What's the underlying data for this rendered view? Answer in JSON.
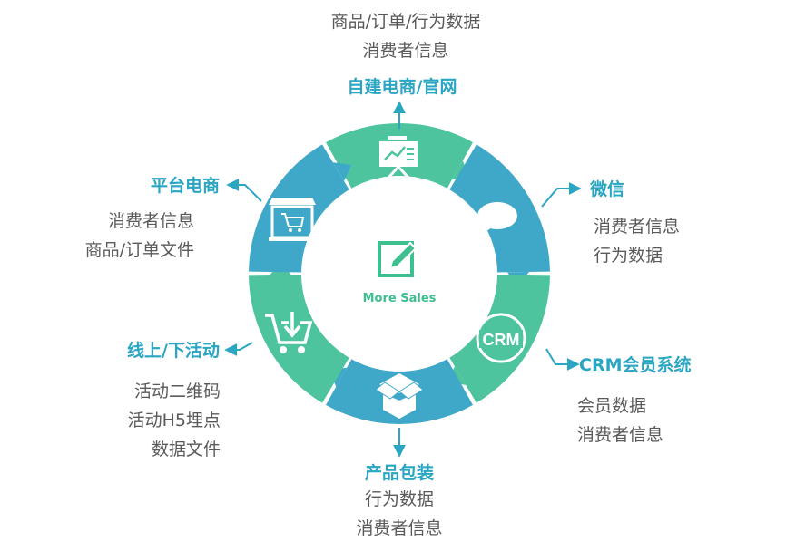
{
  "center": {
    "label": "More Sales",
    "icon": "edit-icon"
  },
  "colors": {
    "green": "#4dc49e",
    "blue": "#3fa8c8",
    "title": "#2aa6c3",
    "text": "#5a5a5a"
  },
  "nodes": {
    "top": {
      "title": "自建电商/官网",
      "lines": [
        "商品/订单/行为数据",
        "消费者信息"
      ],
      "icon": "presentation-board-icon"
    },
    "weixin": {
      "title": "微信",
      "lines": [
        "消费者信息",
        "行为数据"
      ],
      "icon": "speech-bubble-icon"
    },
    "crm": {
      "title": "CRM会员系统",
      "lines": [
        "会员数据",
        "消费者信息"
      ],
      "icon": "crm-badge-icon",
      "icon_text": "CRM"
    },
    "package": {
      "title": "产品包装",
      "lines": [
        "行为数据",
        "消费者信息"
      ],
      "icon": "open-box-icon"
    },
    "offline": {
      "title": "线上/下活动",
      "lines": [
        "活动二维码",
        "活动H5埋点",
        "数据文件"
      ],
      "icon": "shopping-cart-icon"
    },
    "platform": {
      "title": "平台电商",
      "lines": [
        "消费者信息",
        "商品/订单文件"
      ],
      "icon": "online-store-icon"
    }
  }
}
